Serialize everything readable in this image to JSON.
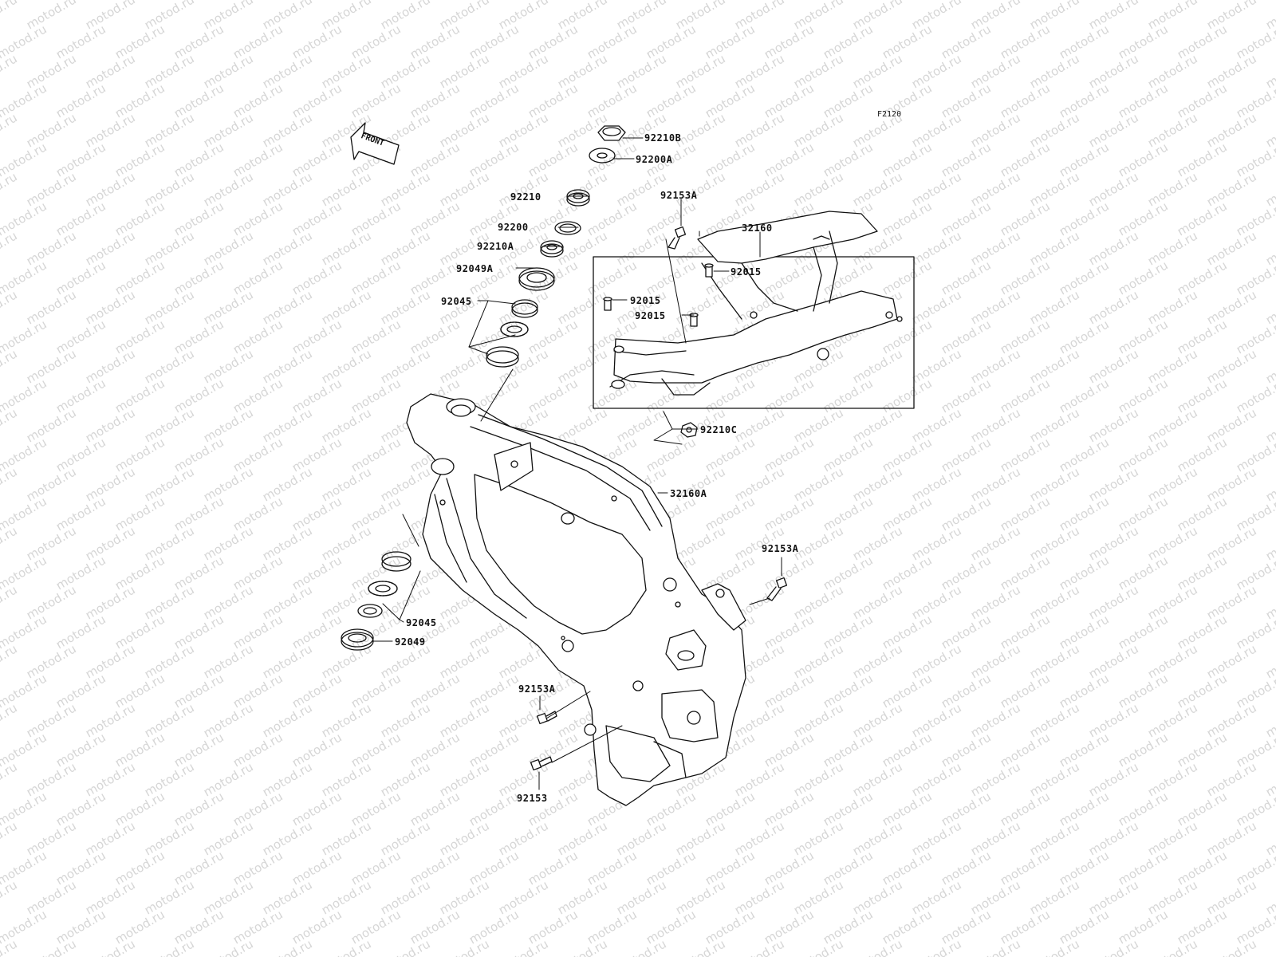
{
  "watermark": {
    "text": "motod.ru",
    "color": "#d6d6d6"
  },
  "figure_code": "F2120",
  "front_arrow": {
    "label": "FRONT"
  },
  "parts": [
    {
      "id": "p-92210B",
      "text": "92210B"
    },
    {
      "id": "p-92200A",
      "text": "92200A"
    },
    {
      "id": "p-92210",
      "text": "92210"
    },
    {
      "id": "p-92153A-top",
      "text": "92153A"
    },
    {
      "id": "p-32160",
      "text": "32160"
    },
    {
      "id": "p-92200",
      "text": "92200"
    },
    {
      "id": "p-92210A",
      "text": "92210A"
    },
    {
      "id": "p-92049A",
      "text": "92049A"
    },
    {
      "id": "p-92015-a",
      "text": "92015"
    },
    {
      "id": "p-92045-top",
      "text": "92045"
    },
    {
      "id": "p-92015-b",
      "text": "92015"
    },
    {
      "id": "p-92015-c",
      "text": "92015"
    },
    {
      "id": "p-92210C",
      "text": "92210C"
    },
    {
      "id": "p-32160A",
      "text": "32160A"
    },
    {
      "id": "p-92153A-right",
      "text": "92153A"
    },
    {
      "id": "p-92045-bottom",
      "text": "92045"
    },
    {
      "id": "p-92049",
      "text": "92049"
    },
    {
      "id": "p-92153A-left",
      "text": "92153A"
    },
    {
      "id": "p-92153",
      "text": "92153"
    }
  ],
  "colors": {
    "line": "#111111",
    "background": "#ffffff"
  }
}
